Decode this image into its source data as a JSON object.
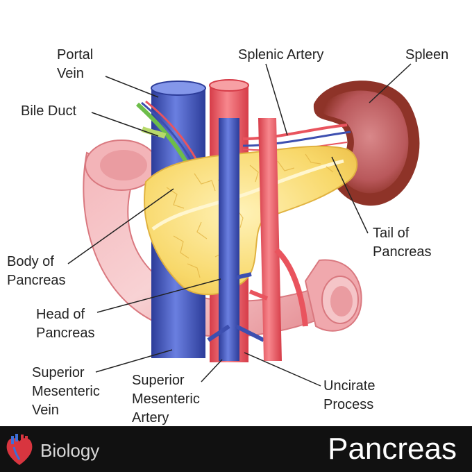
{
  "labels": {
    "portal_vein": [
      "Portal",
      "Vein"
    ],
    "bile_duct": "Bile Duct",
    "splenic_artery": "Splenic Artery",
    "spleen": "Spleen",
    "tail": [
      "Tail of",
      "Pancreas"
    ],
    "body": [
      "Body of",
      "Pancreas"
    ],
    "head": [
      "Head of",
      "Pancreas"
    ],
    "smv": [
      "Superior",
      "Mesenteric",
      "Vein"
    ],
    "sma": [
      "Superior",
      "Mesenteric",
      "Artery"
    ],
    "uncinate": [
      "Uncirate",
      "Process"
    ]
  },
  "footer": {
    "brand": "Biology",
    "title": "Pancreas"
  },
  "colors": {
    "vein": "#3d4fb0",
    "artery": "#e9545e",
    "pancreas": "#f8d86a",
    "duodenum": "#f0a8ad",
    "spleen": "#9a3a2c"
  }
}
